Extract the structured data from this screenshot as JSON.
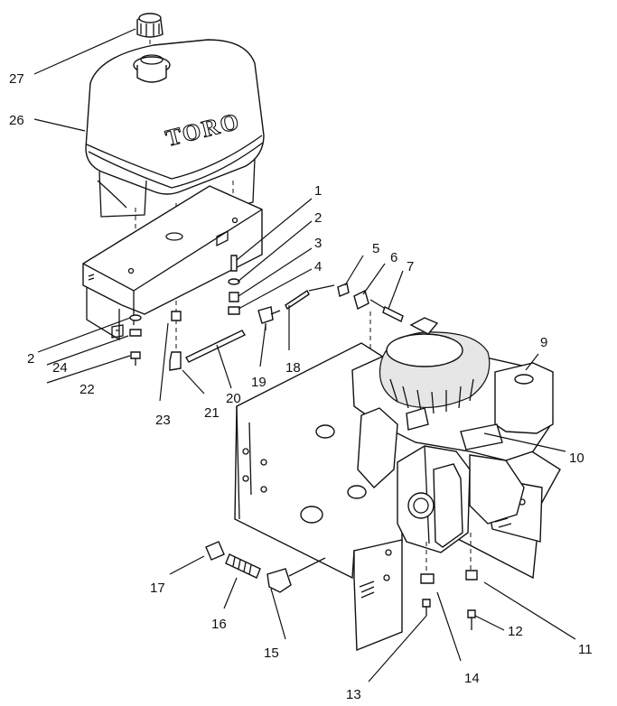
{
  "brand": {
    "logo_text": "TORO"
  },
  "callouts": [
    {
      "id": "c1",
      "label": "1"
    },
    {
      "id": "c2a",
      "label": "2"
    },
    {
      "id": "c2b",
      "label": "2"
    },
    {
      "id": "c3",
      "label": "3"
    },
    {
      "id": "c4",
      "label": "4"
    },
    {
      "id": "c5",
      "label": "5"
    },
    {
      "id": "c6",
      "label": "6"
    },
    {
      "id": "c7",
      "label": "7"
    },
    {
      "id": "c9",
      "label": "9"
    },
    {
      "id": "c10",
      "label": "10"
    },
    {
      "id": "c11",
      "label": "11"
    },
    {
      "id": "c12",
      "label": "12"
    },
    {
      "id": "c13",
      "label": "13"
    },
    {
      "id": "c14",
      "label": "14"
    },
    {
      "id": "c15",
      "label": "15"
    },
    {
      "id": "c16",
      "label": "16"
    },
    {
      "id": "c17",
      "label": "17"
    },
    {
      "id": "c18",
      "label": "18"
    },
    {
      "id": "c19",
      "label": "19"
    },
    {
      "id": "c20",
      "label": "20"
    },
    {
      "id": "c21",
      "label": "21"
    },
    {
      "id": "c22",
      "label": "22"
    },
    {
      "id": "c23",
      "label": "23"
    },
    {
      "id": "c24",
      "label": "24"
    },
    {
      "id": "c26",
      "label": "26"
    },
    {
      "id": "c27",
      "label": "27"
    }
  ]
}
